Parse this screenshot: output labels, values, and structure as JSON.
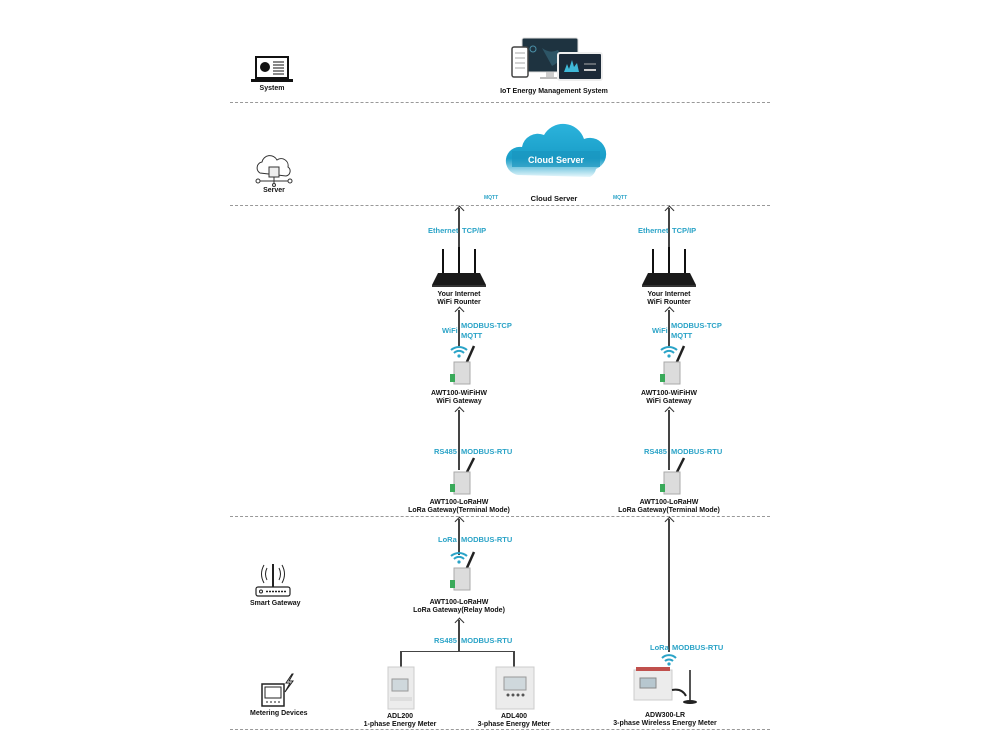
{
  "layers": [
    {
      "id": "system",
      "label": "System",
      "icon": "laptop-chart-icon"
    },
    {
      "id": "server",
      "label": "Server",
      "icon": "cloud-network-icon"
    },
    {
      "id": "smart_gateway",
      "label": "Smart Gateway",
      "icon": "router-icon"
    },
    {
      "id": "metering",
      "label": "Metering Devices",
      "icon": "meter-lightning-icon"
    }
  ],
  "system": {
    "label": "IoT Energy Management System"
  },
  "cloud": {
    "inner_label": "Cloud Server",
    "label": "Cloud Server",
    "mqtt_left": "MQTT",
    "mqtt_right": "MQTT"
  },
  "columns": [
    {
      "eth": "Ethernet",
      "tcp": "TCP/IP",
      "router": {
        "line1": "Your Internet",
        "line2": "WiFi Rounter"
      },
      "wifi_proto": {
        "medium": "WiFi",
        "p1": "MODBUS-TCP",
        "p2": "MQTT"
      },
      "wifi_gw": {
        "line1": "AWT100-WiFiHW",
        "line2": "WiFi Gateway"
      },
      "rs485": {
        "medium": "RS485",
        "proto": "MODBUS-RTU"
      },
      "lora_gw": {
        "line1": "AWT100-LoRaHW",
        "line2": "LoRa Gateway(Terminal Mode)"
      }
    },
    {
      "eth": "Ethernet",
      "tcp": "TCP/IP",
      "router": {
        "line1": "Your Internet",
        "line2": "WiFi Rounter"
      },
      "wifi_proto": {
        "medium": "WiFi",
        "p1": "MODBUS-TCP",
        "p2": "MQTT"
      },
      "wifi_gw": {
        "line1": "AWT100-WiFiHW",
        "line2": "WiFi Gateway"
      },
      "rs485": {
        "medium": "RS485",
        "proto": "MODBUS-RTU"
      },
      "lora_gw": {
        "line1": "AWT100-LoRaHW",
        "line2": "LoRa Gateway(Terminal Mode)"
      }
    }
  ],
  "relay": {
    "lora": {
      "medium": "LoRa",
      "proto": "MODBUS-RTU"
    },
    "gw": {
      "line1": "AWT100-LoRaHW",
      "line2": "LoRa Gateway(Relay Mode)"
    },
    "rs485": {
      "medium": "RS485",
      "proto": "MODBUS-RTU"
    }
  },
  "meters": [
    {
      "line1": "ADL200",
      "line2": "1-phase Energy Meter"
    },
    {
      "line1": "ADL400",
      "line2": "3-phase Energy Meter"
    },
    {
      "line1": "ADW300-LR",
      "line2": "3-phase Wireless Energy Meter"
    }
  ],
  "wireless_meter_link": {
    "medium": "LoRa",
    "proto": "MODBUS-RTU"
  },
  "colors": {
    "protocol_text": "#2aa3c7",
    "cloud": "#1fa6cf",
    "line": "#444444",
    "divider": "#999999"
  }
}
